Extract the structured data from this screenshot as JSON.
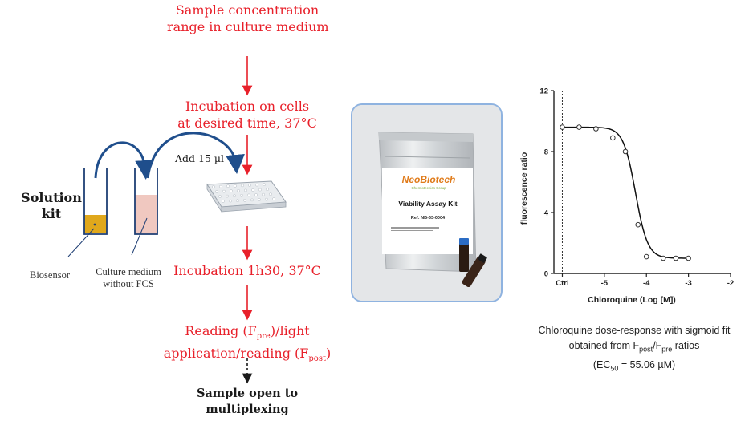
{
  "workflow": {
    "step1_line1": "Sample concentration",
    "step1_line2": "range in culture medium",
    "step2_line1": "Incubation on cells",
    "step2_line2": "at desired time, 37°C",
    "add_label": "Add 15 µl",
    "step3": "Incubation 1h30, 37°C",
    "step4_line1_a": "Reading (F",
    "step4_line1_sub": "pre",
    "step4_line1_b": ")/light",
    "step4_line2_a": "application/reading (F",
    "step4_line2_sub": "post",
    "step4_line2_b": ")",
    "final_line1": "Sample open to",
    "final_line2": "multiplexing"
  },
  "solution_kit": {
    "title_line1": "Solution",
    "title_line2": "kit",
    "biosensor_label": "Biosensor",
    "medium_line1": "Culture medium",
    "medium_line2": "without FCS"
  },
  "product": {
    "brand": "NeoBiotech",
    "brand_sub": "Chemiotecnics Group",
    "name": "Viability Assay Kit",
    "ref": "Ref: NB-63-0004"
  },
  "caption": {
    "line1": "Chloroquine dose-response with sigmoid fit",
    "line2_a": "obtained from F",
    "line2_sub1": "post",
    "line2_b": "/F",
    "line2_sub2": "pre",
    "line2_c": " ratios",
    "line3_a": "(EC",
    "line3_sub": "50",
    "line3_b": " = 55.06 µM)"
  },
  "colors": {
    "accent_red": "#e8202a",
    "arrow_blue": "#1f4e8c",
    "panel_border": "#8fb3e0",
    "biosensor_fill": "#e0a81c",
    "medium_fill": "#f0c8c0"
  },
  "chart_data": {
    "type": "scatter",
    "title": "",
    "xlabel": "Chloroquine (Log [M])",
    "ylabel": "fluorescence ratio",
    "x_ticks": [
      "Ctrl",
      "-5",
      "-4",
      "-3",
      "-2"
    ],
    "y_ticks": [
      0,
      4,
      8,
      12
    ],
    "ylim": [
      0,
      12
    ],
    "xlim": [
      -6.2,
      -2
    ],
    "control_x": -6.0,
    "points": [
      {
        "x": -6.0,
        "y": 9.6
      },
      {
        "x": -5.6,
        "y": 9.6
      },
      {
        "x": -5.2,
        "y": 9.5
      },
      {
        "x": -4.8,
        "y": 8.9
      },
      {
        "x": -4.5,
        "y": 8.0
      },
      {
        "x": -4.2,
        "y": 3.2
      },
      {
        "x": -4.0,
        "y": 1.1
      },
      {
        "x": -3.6,
        "y": 1.0
      },
      {
        "x": -3.3,
        "y": 1.0
      },
      {
        "x": -3.0,
        "y": 1.0
      }
    ],
    "fit": {
      "top": 9.6,
      "bottom": 1.0,
      "log_ec50": -4.26,
      "hill": 3.0
    }
  }
}
